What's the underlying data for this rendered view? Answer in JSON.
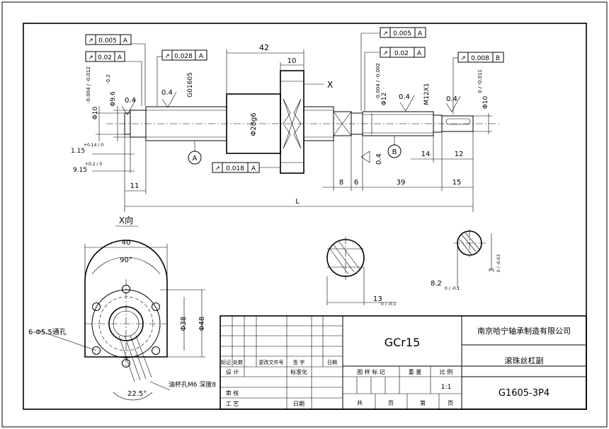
{
  "tolerance_frames": {
    "top_left_1": {
      "value": "0.005",
      "datum": "A"
    },
    "top_left_2": {
      "value": "0.02",
      "datum": "A"
    },
    "top_left_3": {
      "value": "0.028",
      "datum": "A"
    },
    "top_right_1": {
      "value": "0.005",
      "datum": "A"
    },
    "top_right_2": {
      "value": "0.02",
      "datum": "A"
    },
    "top_right_3": {
      "value": "0.008",
      "datum": "B"
    },
    "nut_frame": {
      "value": "0.018",
      "datum": "A"
    }
  },
  "dimensions": {
    "d42": "42",
    "d10": "10",
    "dL": "L",
    "d11": "11",
    "d8": "8",
    "d6": "6",
    "d39": "39",
    "d15": "15",
    "d14": "14",
    "d12": "12",
    "d40": "40",
    "ang90": "90°",
    "ang225": "22.5°",
    "dia38": "Φ38",
    "dia48": "Φ48",
    "dia28": "Φ28g6",
    "thread_m12": "M12X1",
    "lead": "G01605",
    "dia10_left": "Φ10",
    "dia10_left_tol": "-0.004 / -0.012",
    "dia96": "Φ9.6",
    "dia96_tol": "-0.2",
    "dia12": "Φ12",
    "dia12_tol": "-0.004 / -0.002",
    "dia10_right": "Φ10",
    "dia10_right_tol": "0 / -0.011",
    "len115": "1.15",
    "len115_tol": "+0.14 / 0",
    "len915": "9.15",
    "len915_tol": "+0.2 / 0",
    "sec13": "13",
    "sec13_tol": "0 / -0.1",
    "sec82": "8.2",
    "sec82_tol": "0 / -0.1",
    "sec3": "3",
    "sec3_tol": "0 / -0.03"
  },
  "roughness": [
    "0.4",
    "0.4",
    "0.4",
    "0.4",
    "0.4"
  ],
  "datums": {
    "a": "A",
    "b": "B"
  },
  "arrow_x": "X",
  "view_label": "X向",
  "holes_note": "6-Φ5.5通孔",
  "oil_note": "油杯孔M6 深度8",
  "title_block": {
    "material": "GCr15",
    "company": "南京哈宁轴承制造有限公司",
    "part_name": "滚珠丝杠副",
    "drawing_no": "G1605-3P4",
    "scale_label": "比  例",
    "scale": "1:1",
    "stage_label": "图 样 标 记",
    "weight_label": "重  量",
    "rev_headers": [
      "标记",
      "处数",
      "更改文件号",
      "签  字",
      "日期"
    ],
    "design": "设  计",
    "standard": "标准化",
    "review": "审  核",
    "process": "工  艺",
    "date": "日期",
    "sheets_total": "共",
    "page": "页",
    "sheet": "第",
    "page2": "页"
  }
}
